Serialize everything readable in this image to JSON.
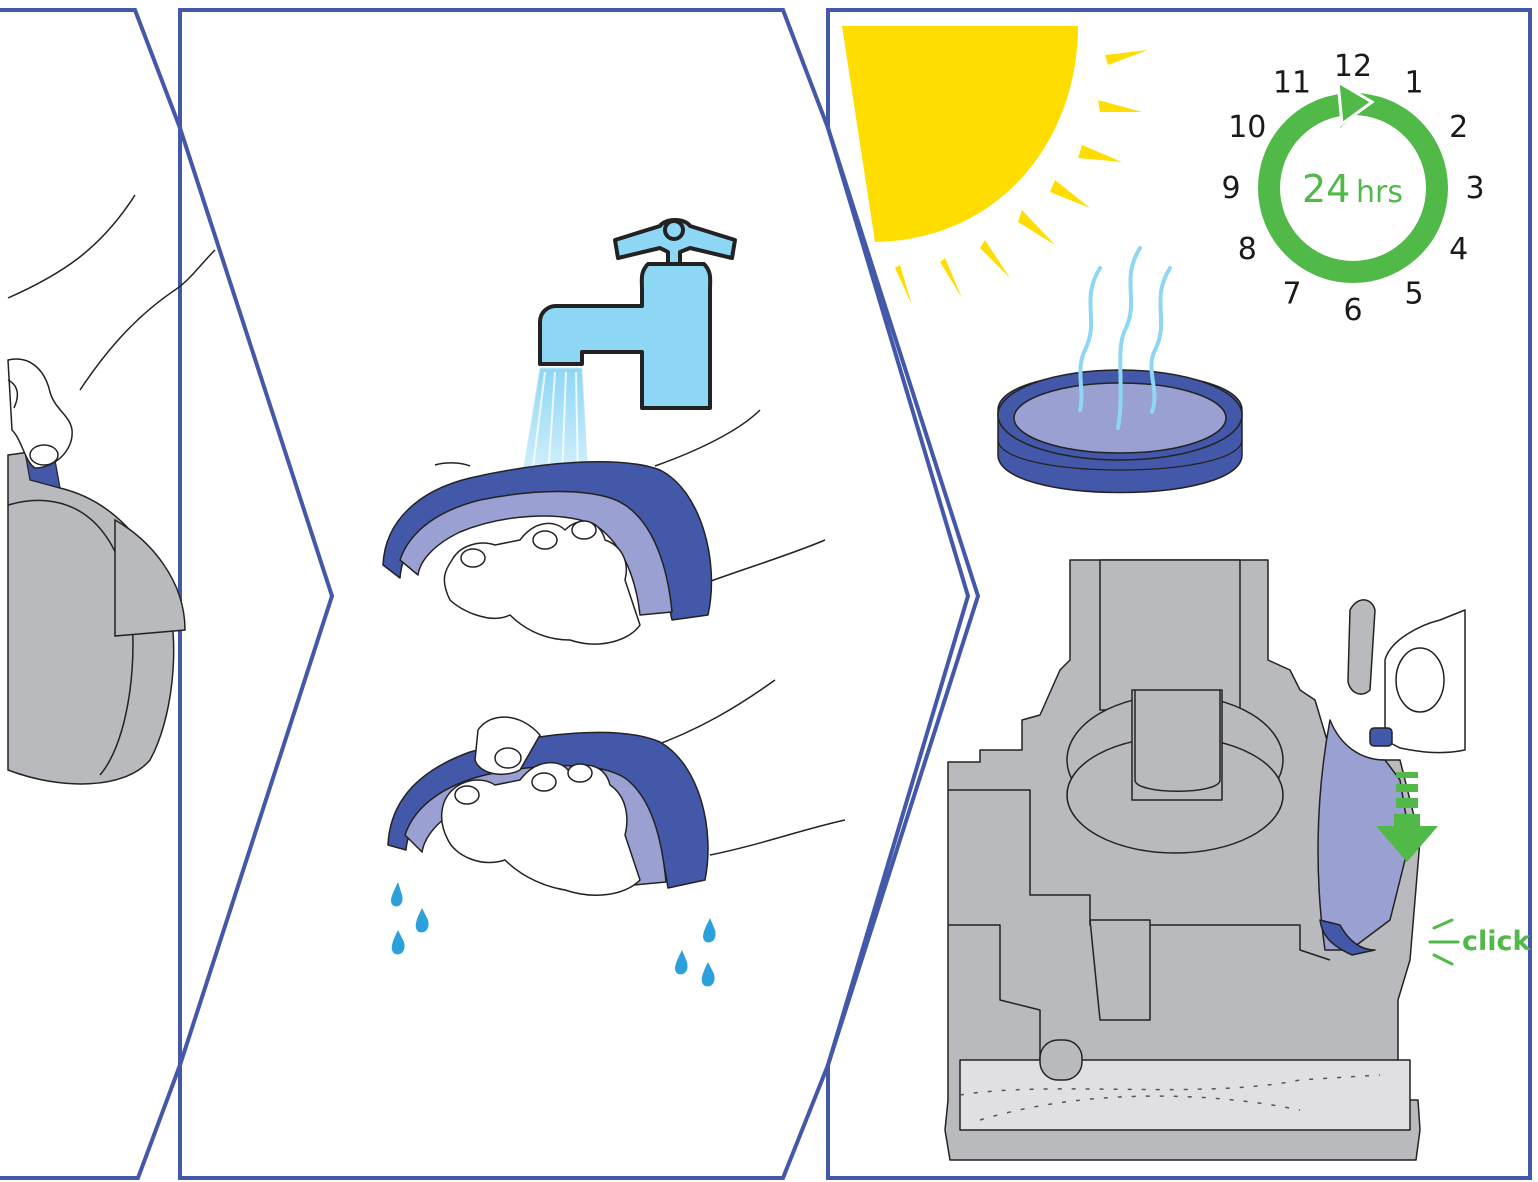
{
  "colors": {
    "frame_border": "#4358a8",
    "filter_blue": "#4358a8",
    "filter_light": "#9aa1d2",
    "machine_grey": "#b9babd",
    "sun_yellow": "#ffdd00",
    "tap_blue": "#8dd7f5",
    "water_blue": "#2ba1dc",
    "arrow_green": "#51b948"
  },
  "panels": [
    {
      "name": "remove-filter",
      "icons": [
        "hand-icon",
        "filter-unit-icon"
      ]
    },
    {
      "name": "wash-filter",
      "icons": [
        "tap-icon",
        "water-stream-icon",
        "filter-icon",
        "hand-icon",
        "water-drop-icon"
      ]
    },
    {
      "name": "dry-and-refit",
      "icons": [
        "sun-icon",
        "clock-icon",
        "filter-drying-icon",
        "vacuum-icon",
        "down-arrow-icon"
      ]
    }
  ],
  "clock": {
    "numbers": [
      "12",
      "1",
      "2",
      "3",
      "4",
      "5",
      "6",
      "7",
      "8",
      "9",
      "10",
      "11"
    ],
    "duration_value": "24",
    "duration_unit": "hrs"
  },
  "refit": {
    "click_label": "click"
  }
}
